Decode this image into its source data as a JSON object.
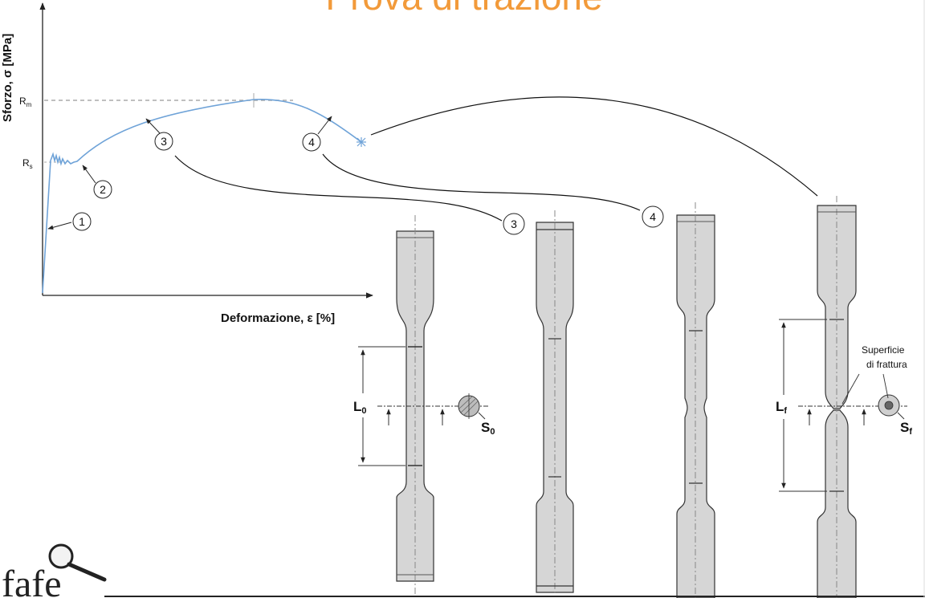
{
  "title": "Prova di trazione",
  "chart": {
    "y_axis_label": "Sforzo, σ [MPa]",
    "x_axis_label": "Deformazione, ε [%]",
    "y_marks": [
      {
        "main": "R",
        "sub": "m"
      },
      {
        "main": "R",
        "sub": "s"
      }
    ],
    "stage_callouts": [
      "1",
      "2",
      "3",
      "4"
    ]
  },
  "specimens": {
    "callouts": [
      "3",
      "4"
    ],
    "initial_length": {
      "main": "L",
      "sub": "0"
    },
    "initial_section": {
      "main": "S",
      "sub": "0"
    },
    "final_length": {
      "main": "L",
      "sub": "f"
    },
    "final_section": {
      "main": "S",
      "sub": "f"
    },
    "fracture_label_line1": "Superficie",
    "fracture_label_line2": "di frattura"
  },
  "logo": {
    "text": "fafe"
  },
  "colors": {
    "curve": "#6fa3d8",
    "title": "#f29a3a",
    "specimen_fill": "#d6d6d6"
  }
}
